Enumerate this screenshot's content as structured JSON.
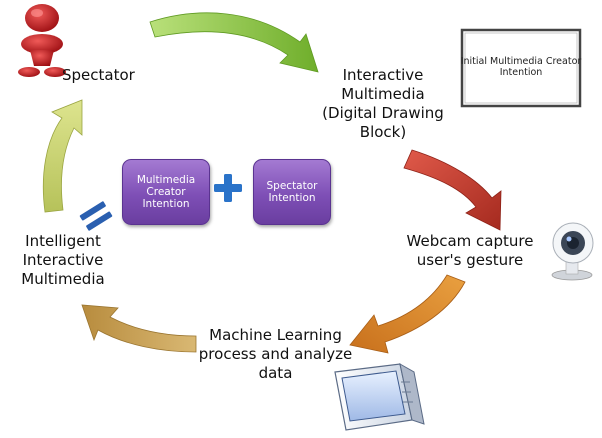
{
  "labels": {
    "spectator": "Spectator",
    "interactive_multimedia": [
      "Interactive",
      "Multimedia",
      "(Digital Drawing",
      "Block)"
    ],
    "webcam": [
      "Webcam capture",
      "user's gesture"
    ],
    "machine_learning": [
      "Machine Learning",
      "process and analyze",
      "data"
    ],
    "intelligent": [
      "Intelligent",
      "Interactive",
      "Multimedia"
    ]
  },
  "boxes": {
    "creator_intention": [
      "Multimedia",
      "Creator",
      "Intention"
    ],
    "spectator_intention": [
      "Spectator",
      "Intention"
    ]
  },
  "board": [
    "Initial Multimedia Creator",
    "Intention"
  ],
  "operators": {
    "plus": "+",
    "equals": "="
  },
  "colors": {
    "arrow_green": "#8cc63e",
    "arrow_red": "#c0392b",
    "arrow_orange": "#d98a2b",
    "arrow_tan": "#c9a35a",
    "arrow_lime": "#c3cf6a",
    "box_purple": "#7e4fb6",
    "plus_blue": "#2a73c9",
    "equals_blue": "#2a5fb0",
    "spectator_red": "#c0141b"
  },
  "icons": [
    "spectator-figure-icon",
    "whiteboard-icon",
    "webcam-icon",
    "computer-screen-icon"
  ]
}
